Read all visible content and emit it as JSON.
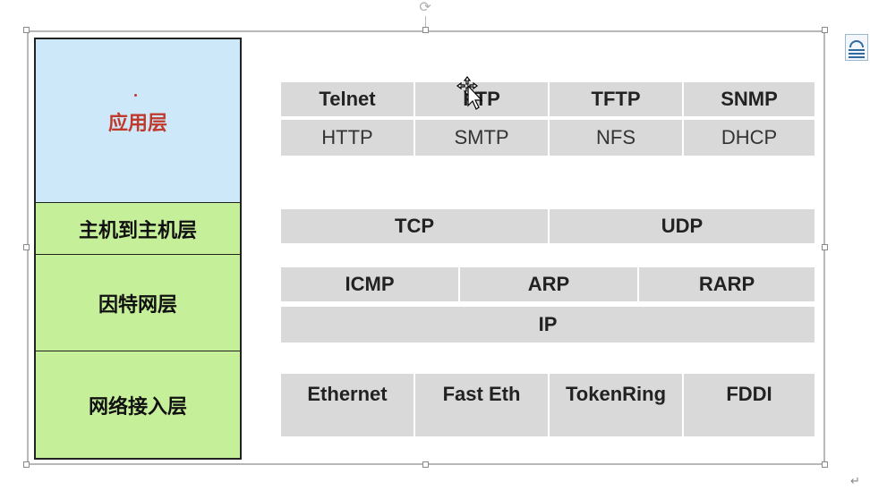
{
  "layers": {
    "application": "应用层",
    "host_to_host": "主机到主机层",
    "internet": "因特网层",
    "network_access": "网络接入层"
  },
  "application_protocols": {
    "row1": [
      "Telnet",
      "FTP",
      "TFTP",
      "SNMP"
    ],
    "row2": [
      "HTTP",
      "SMTP",
      "NFS",
      "DHCP"
    ]
  },
  "transport_protocols": [
    "TCP",
    "UDP"
  ],
  "internet_protocols": {
    "row1": [
      "ICMP",
      "ARP",
      "RARP"
    ],
    "row2": "IP"
  },
  "network_protocols": [
    "Ethernet",
    "Fast Eth",
    "TokenRing",
    "FDDI"
  ],
  "colors": {
    "application_layer_bg": "#cce8f9",
    "lower_layers_bg": "#c6ef9a",
    "application_label": "#c0392b",
    "protocol_cell_bg": "#d9d9d9"
  }
}
